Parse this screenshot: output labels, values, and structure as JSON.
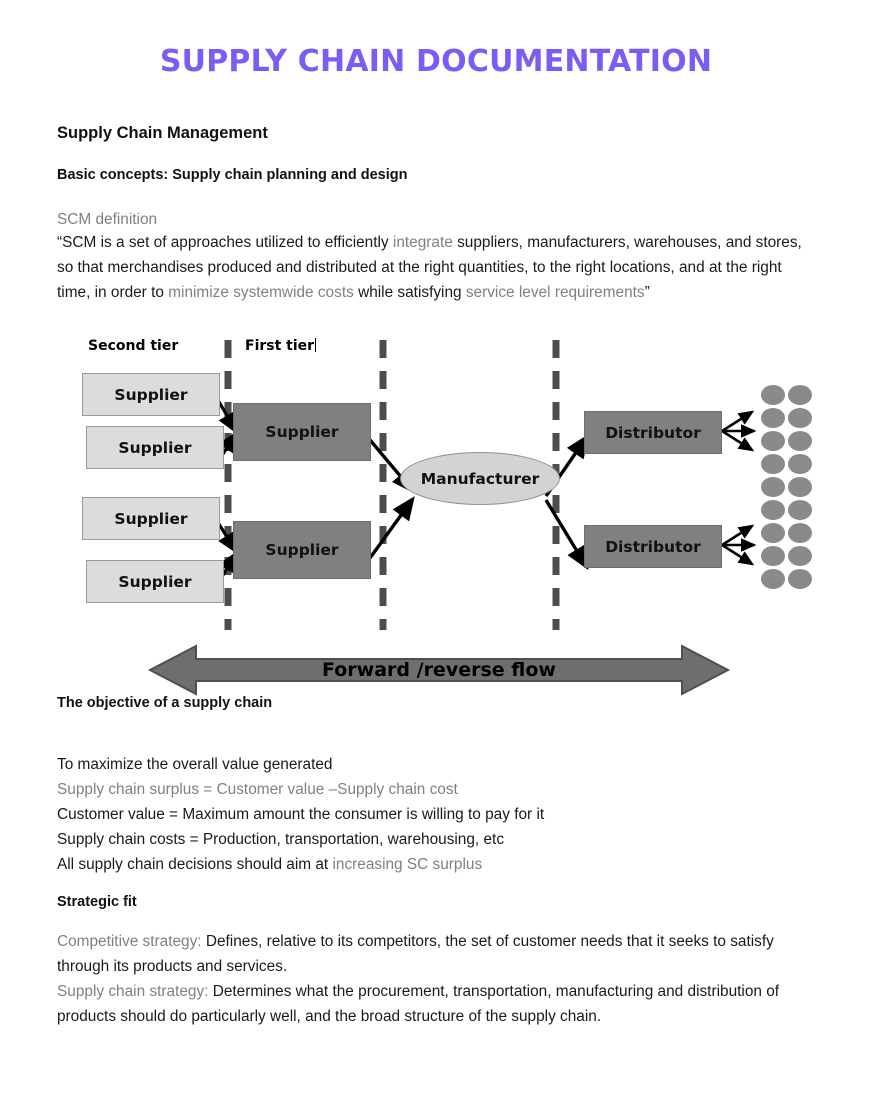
{
  "document": {
    "title": "SUPPLY CHAIN DOCUMENTATION",
    "title_color": "#7B5CF5",
    "accent_gray": "#808080",
    "body_color": "#1a1a1a"
  },
  "sections": {
    "main_heading": "Supply Chain Management",
    "sub_heading": "Basic concepts: Supply chain planning and design",
    "scm": {
      "label": "SCM definition",
      "quote_parts": [
        {
          "text": "“SCM is a set of approaches utilized to efficiently ",
          "style": "normal"
        },
        {
          "text": "integrate",
          "style": "gray"
        },
        {
          "text": " suppliers, manufacturers, warehouses, and stores, so that merchandises produced and distributed at the right quantities, to the right locations, and at the right time, in order to ",
          "style": "normal"
        },
        {
          "text": "minimize systemwide costs",
          "style": "gray"
        },
        {
          "text": " while satisfying ",
          "style": "normal"
        },
        {
          "text": "service level requirements",
          "style": "gray"
        },
        {
          "text": "”",
          "style": "normal"
        }
      ]
    },
    "objective": {
      "heading": "The objective of a supply chain",
      "lines": [
        {
          "text": "To maximize the overall value generated",
          "style": "normal"
        },
        {
          "text": "Supply chain surplus = Customer value –Supply chain cost",
          "style": "gray"
        },
        {
          "text": "Customer value = Maximum amount the consumer is willing to pay for it",
          "style": "normal"
        },
        {
          "text": "Supply chain costs = Production, transportation, warehousing, etc",
          "style": "normal"
        },
        {
          "prefix": "All supply chain decisions should aim at ",
          "suffix": "increasing SC surplus",
          "style": "mixed"
        }
      ]
    },
    "strategic_fit": {
      "heading": "Strategic fit",
      "paragraphs": [
        {
          "label": "Competitive strategy:",
          "body": " Defines, relative to its competitors, the set of customer needs that it seeks to satisfy through its products and services."
        },
        {
          "label": "Supply chain strategy:",
          "body": " Determines what the procurement, transportation, manufacturing and distribution of products should do particularly well, and the broad structure of the supply chain."
        }
      ]
    }
  },
  "diagram": {
    "tier_labels": {
      "second_tier": "Second tier",
      "first_tier": "First tier"
    },
    "second_tier_suppliers": [
      {
        "label": "Supplier"
      },
      {
        "label": "Supplier"
      },
      {
        "label": "Supplier"
      },
      {
        "label": "Supplier"
      }
    ],
    "first_tier_suppliers": [
      {
        "label": "Supplier"
      },
      {
        "label": "Supplier"
      }
    ],
    "manufacturer": {
      "label": "Manufacturer"
    },
    "distributors": [
      {
        "label": "Distributor"
      },
      {
        "label": "Distributor"
      }
    ],
    "customer_dots": {
      "rows": 9,
      "columns": 2,
      "color": "#8a8a8a"
    },
    "flow_arrow": {
      "label": "Forward /reverse flow",
      "color": "#6E6E6E"
    },
    "divider_color": "#4d4d4d",
    "light_box_color": "#DCDCDC",
    "dark_box_color": "#808080",
    "ellipse_color": "#D3D3D3"
  }
}
